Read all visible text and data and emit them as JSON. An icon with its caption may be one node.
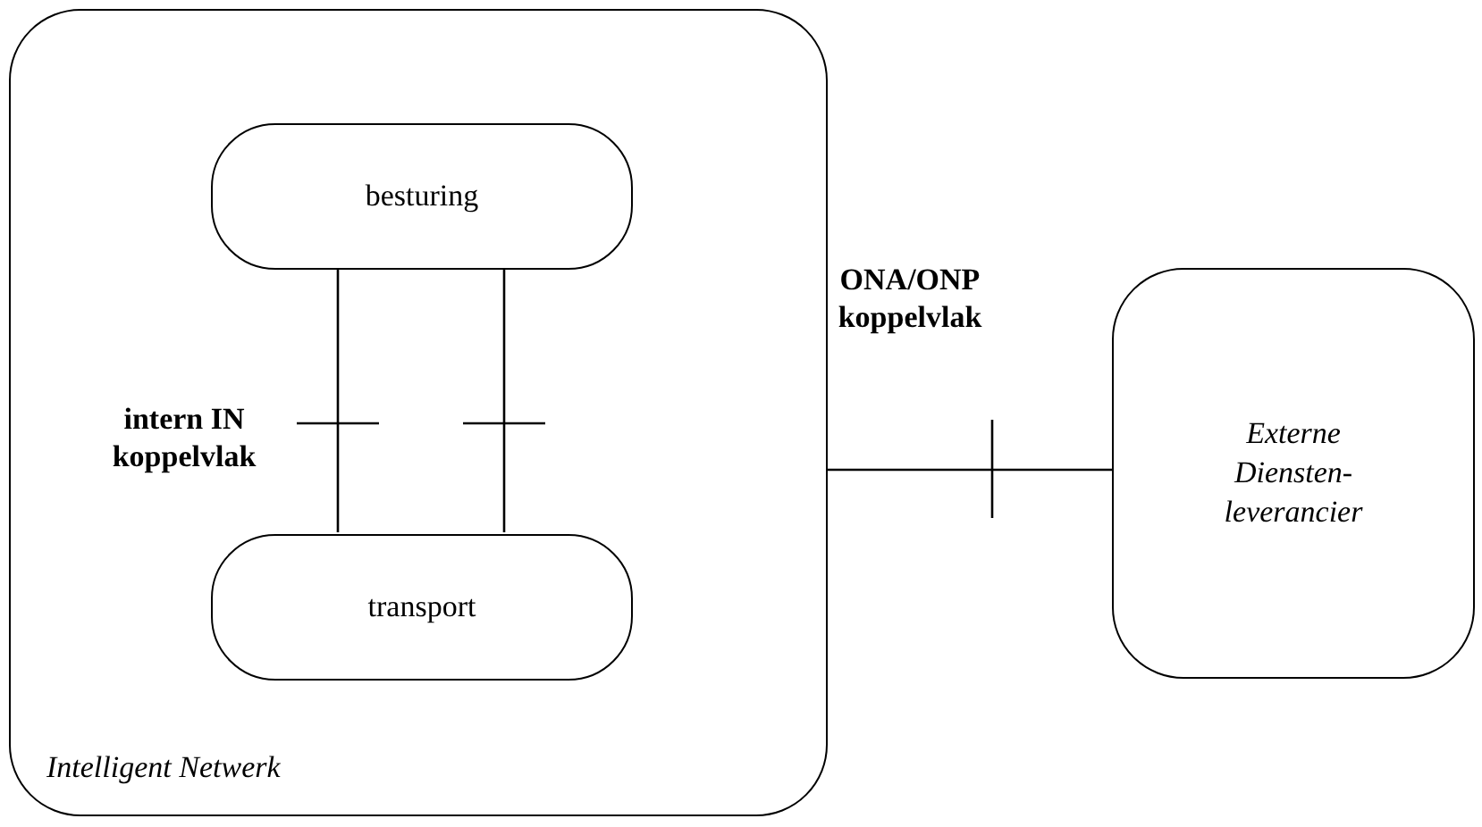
{
  "diagram": {
    "nodes": [
      {
        "text": [
          "Intelligent Netwerk"
        ]
      },
      {
        "text": [
          "besturing"
        ],
        "in": 0
      },
      {
        "text": [
          "transport"
        ],
        "in": 0
      },
      {
        "text": [
          "Externe Diensten-leverancier"
        ]
      }
    ],
    "edges": [
      {
        "from": 1,
        "to": 2,
        "arrow": "none"
      },
      {
        "from": 1,
        "to": 2,
        "arrow": "none"
      },
      {
        "from": 0,
        "to": 3,
        "arrow": "none"
      }
    ],
    "labels": [
      "intern IN koppelvlak",
      "ONA/ONP koppelvlak"
    ]
  }
}
